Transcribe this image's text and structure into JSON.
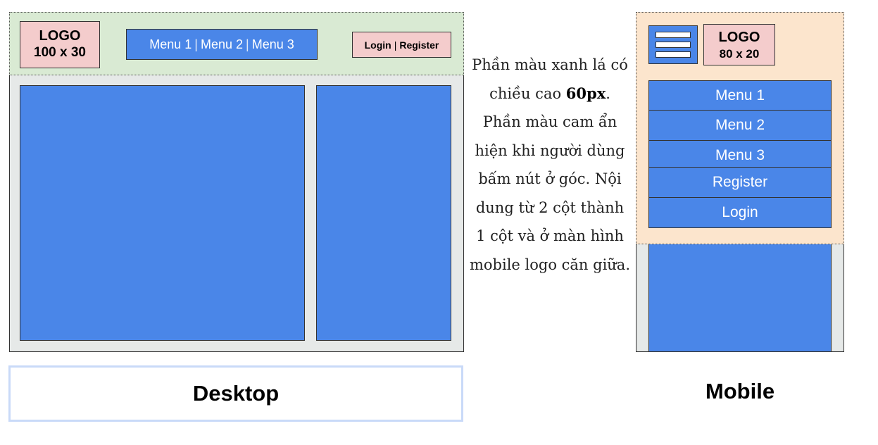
{
  "desktop": {
    "logo_line1": "LOGO",
    "logo_line2": "100 x 30",
    "menu_items": [
      "Menu 1",
      "Menu 2",
      "Menu 3"
    ],
    "menu_separator": "|",
    "login": "Login",
    "register": "Register",
    "auth_separator": "|",
    "caption": "Desktop"
  },
  "description": {
    "part1": "Phần màu xanh lá có chiều cao ",
    "bold": "60px",
    "part2": ". Phần màu cam ẩn hiện khi người dùng bấm nút ở góc. Nội dung từ 2 cột thành 1 cột và ở màn hình mobile logo căn giữa."
  },
  "mobile": {
    "logo_line1": "LOGO",
    "logo_line2": "80 x 20",
    "menu_items": [
      "Menu 1",
      "Menu 2",
      "Menu 3"
    ],
    "register": "Register",
    "login": "Login",
    "caption": "Mobile"
  },
  "colors": {
    "header_green": "#d9ead3",
    "header_orange": "#fce5cd",
    "logo_pink": "#f4cccc",
    "content_blue": "#4a86e8",
    "frame_gray": "#e6e9e8",
    "caption_border": "#c9daf8"
  }
}
